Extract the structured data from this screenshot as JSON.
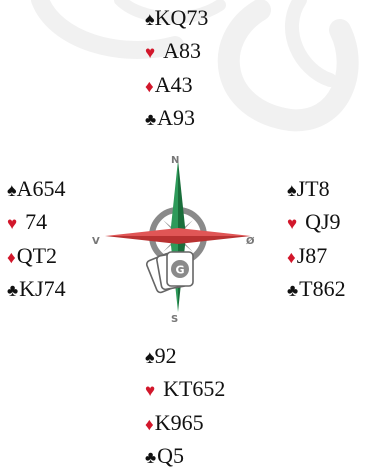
{
  "directions": {
    "north": "N",
    "south": "S",
    "west": "V",
    "east": "Ø"
  },
  "badge": "G",
  "suits": {
    "spades": "♠",
    "hearts": "♥",
    "diamonds": "♦",
    "clubs": "♣"
  },
  "colors": {
    "red_suit": "#d2172b",
    "black_suit": "#111111",
    "compass_green": "#1f8a4c",
    "compass_red": "#d64545"
  },
  "hands": {
    "north": {
      "spades": "KQ73",
      "hearts": "A83",
      "diamonds": "A43",
      "clubs": "A93"
    },
    "west": {
      "spades": "A654",
      "hearts": "74",
      "diamonds": "QT2",
      "clubs": "KJ74"
    },
    "east": {
      "spades": "JT8",
      "hearts": "QJ9",
      "diamonds": "J87",
      "clubs": "T862"
    },
    "south": {
      "spades": "92",
      "hearts": "KT652",
      "diamonds": "K965",
      "clubs": "Q5"
    }
  }
}
